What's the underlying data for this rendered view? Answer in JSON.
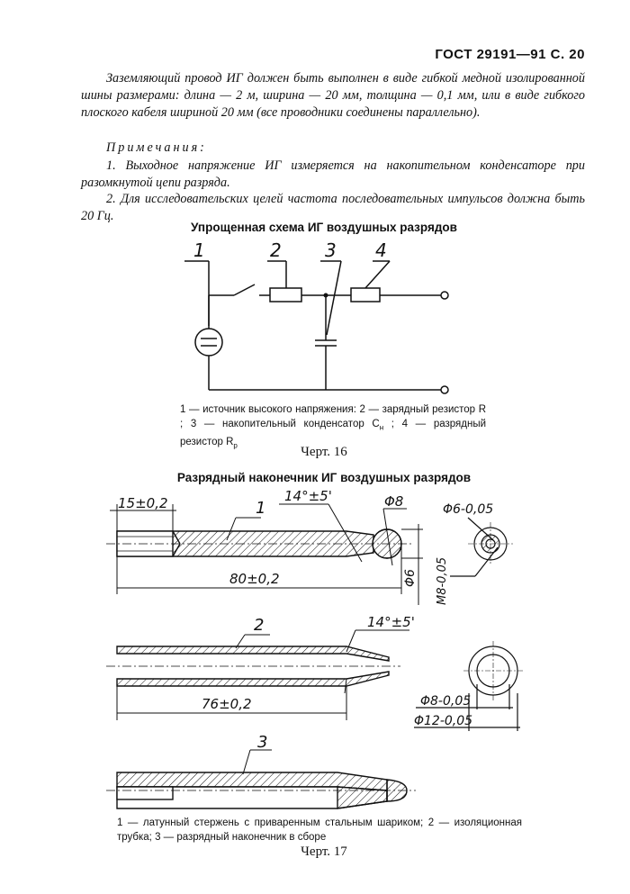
{
  "header": {
    "text": "ГОСТ 29191—91 С. 20"
  },
  "intro": {
    "text": "Заземляющий провод ИГ должен быть выполнен в виде гибкой медной изолированной шины размерами: длина — 2 м, ширина — 20 мм, толщина — 0,1 мм, или в виде гибкого плоского кабеля шириной 20 мм (все проводники соединены параллельно)."
  },
  "notes": {
    "title": "Примечания:",
    "items": [
      "1. Выходное напряжение ИГ измеряется на накопительном конденсаторе при разомкнутой цепи разряда.",
      "2. Для исследовательских целей частота последовательных импульсов должна быть 20 Гц."
    ]
  },
  "figure16": {
    "title": "Упрощенная схема ИГ воздушных разрядов",
    "labels": [
      "1",
      "2",
      "3",
      "4"
    ],
    "caption_part1": "1 — источник высокого напряжения: 2 — зарядный резистор R ; 3 — накопительный конденсатор C",
    "caption_sub1": "н",
    "caption_part2": "; 4 — разрядный резистор R",
    "caption_sub2": "р",
    "number": "Черт. 16"
  },
  "figure17": {
    "title": "Разрядный наконечник ИГ воздушных разрядов",
    "part1": {
      "label": "1",
      "dims": {
        "thread_len": "15±0,2",
        "angle": "14°±5'",
        "ball_d": "Φ8",
        "end_d": "Φ6-0,05",
        "length": "80±0,2",
        "shaft_d": "Φ6",
        "thread": "M8-0,05"
      }
    },
    "part2": {
      "label": "2",
      "dims": {
        "angle": "14°±5'",
        "length": "76±0,2",
        "inner_d": "Φ8-0,05",
        "outer_d": "Φ12-0,05"
      }
    },
    "part3": {
      "label": "3"
    },
    "caption": "1 — латунный стержень с приваренным стальным шариком; 2 — изоляционная трубка; 3 — разрядный наконечник в сборе",
    "number": "Черт. 17"
  }
}
